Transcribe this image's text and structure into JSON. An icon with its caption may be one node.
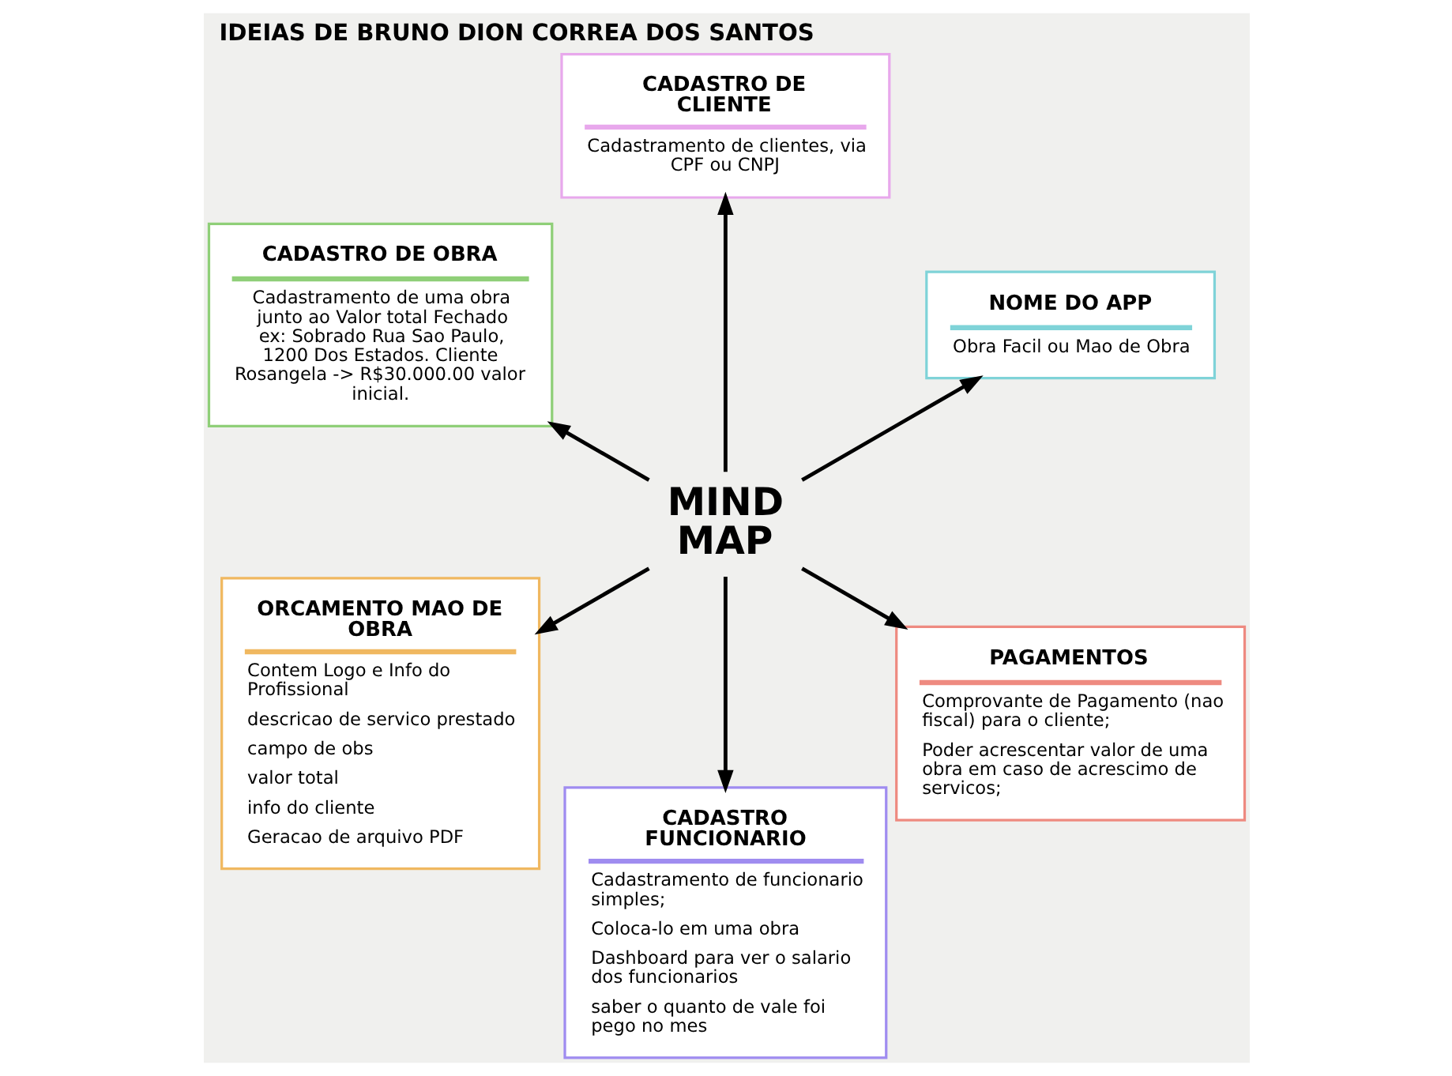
{
  "diagram": {
    "title": "IDEIAS DE BRUNO DION CORREA DOS SANTOS",
    "nodes": [
      {
        "text": [
          "NOME DO APP",
          "Obra Facil ou Mao de Obra"
        ]
      },
      {
        "text": [
          "CADASTRO DE CLIENTE",
          "Cadastramento de clientes, via CPF ou CNPJ"
        ]
      },
      {
        "text": [
          "CADASTRO DE OBRA",
          "Cadastramento de uma obra junto ao Valor total Fechado ex: Sobrado Rua Sao Paulo, 1200 Dos Estados. Cliente Rosangela -> R$30.000.00 valor inicial."
        ]
      },
      {
        "text": [
          "MIND MAP"
        ]
      },
      {
        "text": [
          "ORCAMENTO MAO DE OBRA",
          "Contem Logo e Info do Profissional",
          "descricao de servico prestado",
          "campo de obs",
          "valor total",
          "info do cliente",
          "Geracao de arquivo PDF"
        ]
      },
      {
        "text": [
          "CADASTRO FUNCIONARIO",
          "Cadastramento de funcionario simples;",
          "Coloca-lo em uma obra",
          "Dashboard para ver o salario dos funcionarios",
          "saber o quanto de vale foi pego no mes"
        ]
      },
      {
        "text": [
          "PAGAMENTOS",
          "Comprovante de Pagamento (nao fiscal) para o cliente;",
          "Poder acrescentar valor de uma obra em caso de acrescimo de servicos;"
        ]
      }
    ],
    "edges": [
      {
        "from": 3,
        "to": 0,
        "arrow": "to"
      },
      {
        "from": 3,
        "to": 1,
        "arrow": "to"
      },
      {
        "from": 3,
        "to": 2,
        "arrow": "to"
      },
      {
        "from": 3,
        "to": 4,
        "arrow": "to"
      },
      {
        "from": 3,
        "to": 5,
        "arrow": "to"
      },
      {
        "from": 3,
        "to": 6,
        "arrow": "to"
      }
    ]
  }
}
